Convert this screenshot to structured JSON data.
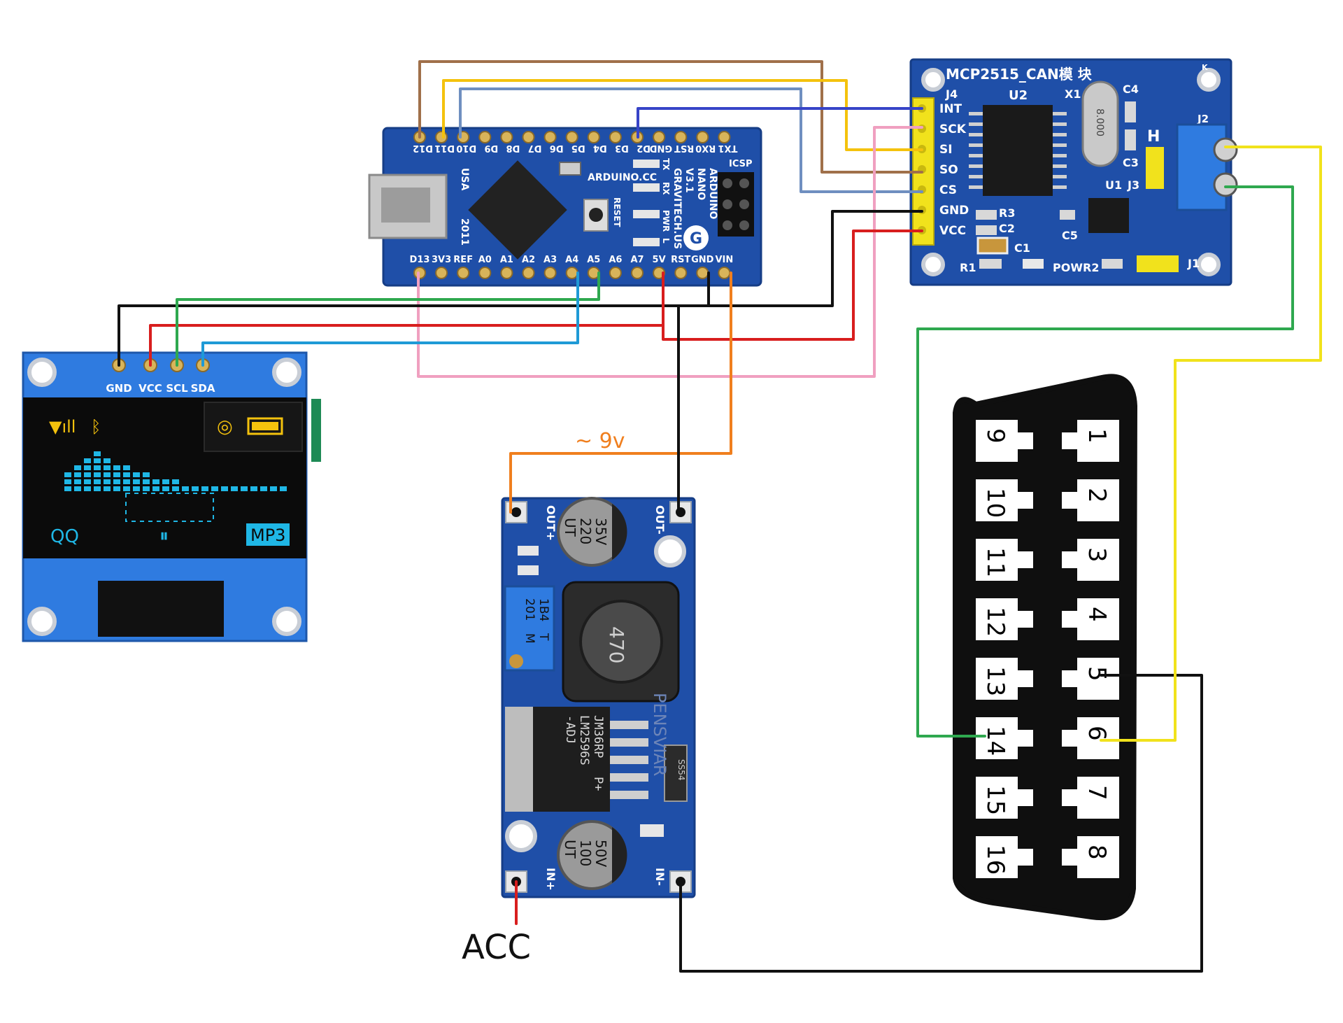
{
  "arduino": {
    "top_pins": [
      "D12",
      "D11",
      "D10",
      "D9",
      "D8",
      "D7",
      "D6",
      "D5",
      "D4",
      "D3",
      "D2",
      "GND",
      "RST",
      "RX0",
      "TX1"
    ],
    "bottom_pins": [
      "D13",
      "3V3",
      "REF",
      "A0",
      "A1",
      "A2",
      "A3",
      "A4",
      "A5",
      "A6",
      "A7",
      "5V",
      "RST",
      "GND",
      "VIN"
    ],
    "board_text": [
      "ARDUINO",
      "NANO",
      "V3.1",
      "GRAVITECH.US"
    ],
    "site": "ARDUINO.CC",
    "usa": "USA",
    "year": "2011",
    "reset": "RESET",
    "icsp": "ICSP",
    "led_tx": "TX",
    "led_rx": "RX",
    "led_pwr": "PWR",
    "led_l": "L"
  },
  "can_module": {
    "title": "MCP2515_CAN模 块",
    "pins": [
      "INT",
      "SCK",
      "SI",
      "SO",
      "CS",
      "GND",
      "VCC"
    ],
    "labels": {
      "j4": "J4",
      "u2": "U2",
      "x1": "X1",
      "c4": "C4",
      "j2": "J2",
      "h": "H",
      "c3": "C3",
      "u1": "U1",
      "j3": "J3",
      "r3": "R3",
      "c2": "C2",
      "c5": "C5",
      "c1": "C1",
      "r1": "R1",
      "pow": "POW",
      "r2": "R2",
      "j1": "J1",
      "k": "K"
    },
    "crystal": "8.000"
  },
  "oled": {
    "pins": [
      "GND",
      "VCC",
      "SCL",
      "SDA"
    ],
    "screen_left_text": "QQ",
    "screen_right_text": "MP3"
  },
  "buck": {
    "label_out_plus": "OUT+",
    "label_out_minus": "OUT-",
    "label_in_plus": "IN+",
    "label_in_minus": "IN-",
    "cap_top": [
      "220",
      "35V",
      "UT"
    ],
    "cap_bottom": [
      "100",
      "50V",
      "UT"
    ],
    "inductor": "470",
    "pot": [
      "1B4",
      "201",
      "T",
      "M"
    ],
    "chip": [
      "JM36RP",
      "LM2596S",
      "-ADJ",
      "P+"
    ],
    "diode": "SS54",
    "watermark": "PENSVIAR"
  },
  "annotations": {
    "voltage": "~ 9v",
    "acc": "ACC"
  },
  "obd": {
    "left_pins": [
      "9",
      "10",
      "11",
      "12",
      "13",
      "14",
      "15",
      "16"
    ],
    "right_pins": [
      "1",
      "2",
      "3",
      "4",
      "5",
      "6",
      "7",
      "8"
    ]
  },
  "colors": {
    "pcb_blue": "#1f4fa8",
    "wire_brown": "#a0704a",
    "wire_yellow": "#f4c20d",
    "wire_steel": "#6f8fc0",
    "wire_navy": "#3744c8",
    "wire_pink": "#f0a0c0",
    "wire_black": "#111111",
    "wire_red": "#d81e1e",
    "wire_green": "#2fa84f",
    "wire_cyan": "#1f9ad6",
    "wire_orange": "#f07f1e",
    "can_yellow": "#f1e21c"
  }
}
